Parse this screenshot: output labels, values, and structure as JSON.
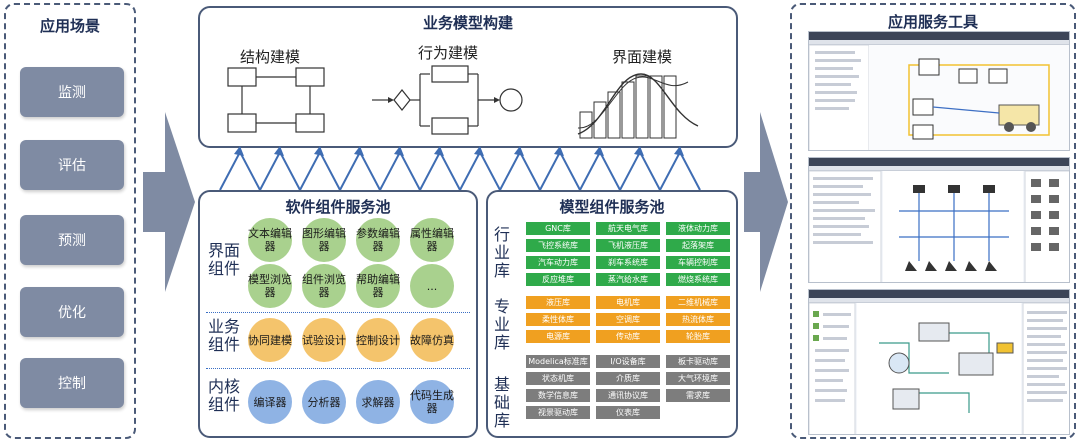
{
  "left": {
    "title": "应用场景",
    "items": [
      "监测",
      "评估",
      "预测",
      "优化",
      "控制"
    ]
  },
  "top": {
    "title": "业务模型构建",
    "structure": "结构建模",
    "behavior": "行为建模",
    "interface": "界面建模"
  },
  "software": {
    "title": "软件组件服务池",
    "ui_label": "界面组件",
    "biz_label": "业务组件",
    "core_label": "内核组件",
    "ui_items": [
      "文本编辑器",
      "图形编辑器",
      "参数编辑器",
      "属性编辑器",
      "模型浏览器",
      "组件浏览器",
      "帮助编辑器",
      "..."
    ],
    "biz_items": [
      "协同建模",
      "试验设计",
      "控制设计",
      "故障仿真"
    ],
    "core_items": [
      "编译器",
      "分析器",
      "求解器",
      "代码生成器"
    ]
  },
  "model": {
    "title": "模型组件服务池",
    "industry_label": "行业库",
    "special_label": "专业库",
    "base_label": "基础库",
    "industry": [
      "GNC库",
      "航天电气库",
      "液体动力库",
      "飞控系统库",
      "飞机液压库",
      "起落架库",
      "汽车动力库",
      "刹车系统库",
      "车辆控制库",
      "反应堆库",
      "蒸汽给水库",
      "燃烧系统库"
    ],
    "special": [
      "液压库",
      "电机库",
      "二维机械库",
      "柔性体库",
      "空调库",
      "热流体库",
      "电源库",
      "传动库",
      "轮胎库"
    ],
    "base": [
      "Modelica标准库",
      "I/O设备库",
      "板卡驱动库",
      "状态机库",
      "介质库",
      "大气环境库",
      "数学信息库",
      "通讯协议库",
      "需求库",
      "视景驱动库",
      "仪表库"
    ]
  },
  "right": {
    "title": "应用服务工具"
  }
}
